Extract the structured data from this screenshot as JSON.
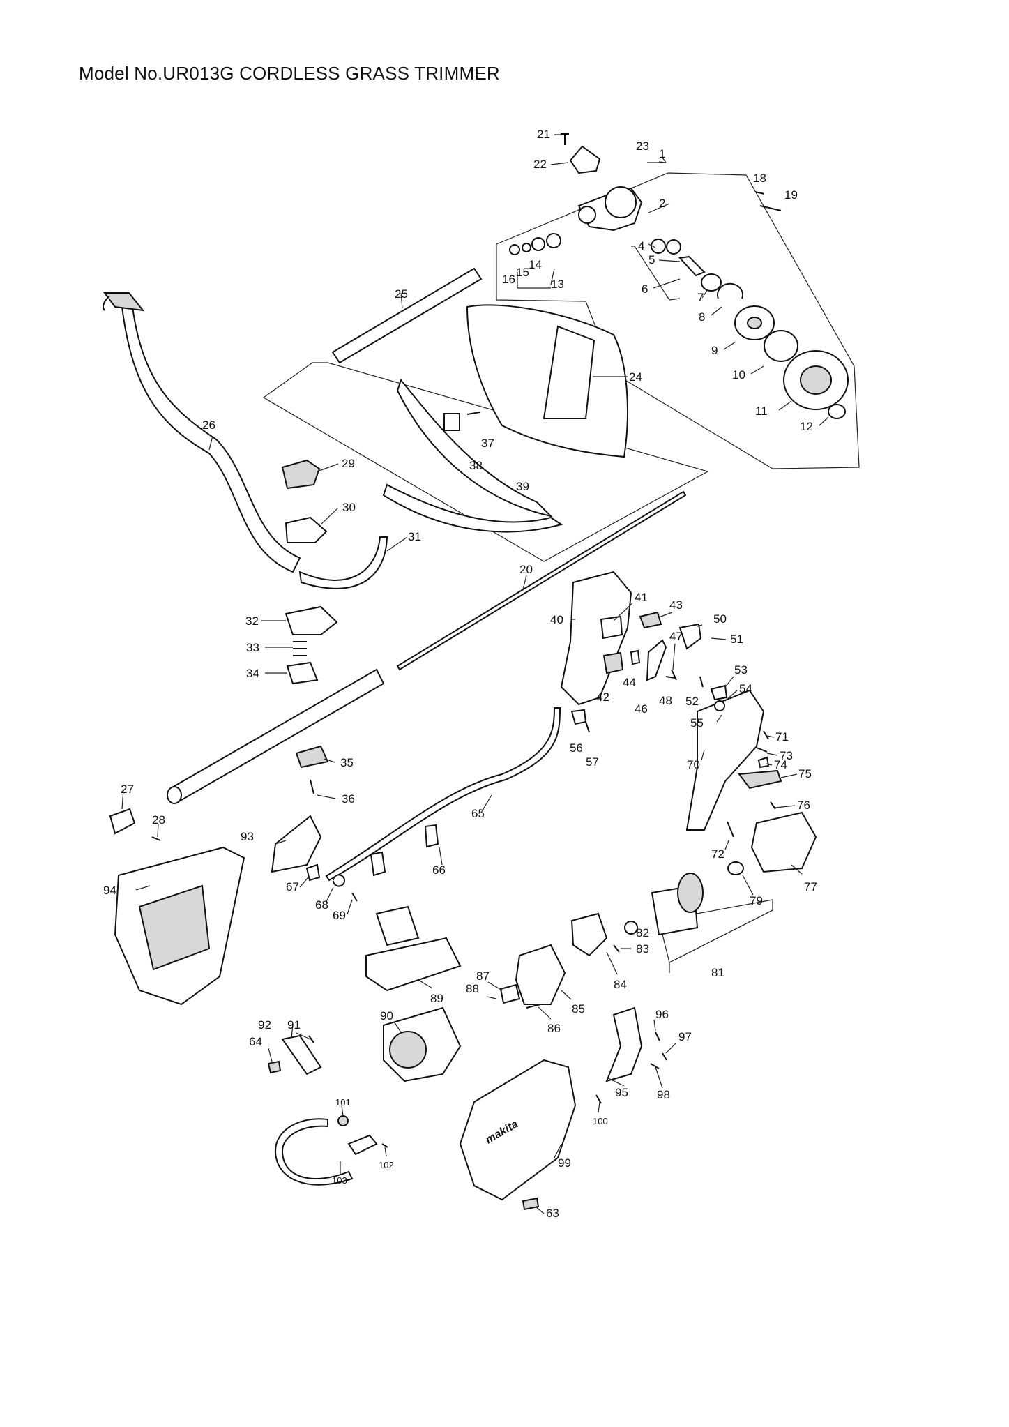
{
  "title": "Model No.UR013G CORDLESS GRASS TRIMMER",
  "brand_mark": "makita",
  "callouts": [
    "1",
    "2",
    "4",
    "5",
    "6",
    "7",
    "8",
    "9",
    "10",
    "11",
    "12",
    "13",
    "14",
    "15",
    "16",
    "18",
    "19",
    "20",
    "21",
    "22",
    "23",
    "24",
    "25",
    "26",
    "27",
    "28",
    "29",
    "30",
    "31",
    "32",
    "33",
    "34",
    "35",
    "36",
    "37",
    "38",
    "39",
    "40",
    "41",
    "42",
    "43",
    "44",
    "46",
    "47",
    "48",
    "50",
    "51",
    "52",
    "53",
    "54",
    "55",
    "56",
    "57",
    "63",
    "64",
    "65",
    "66",
    "67",
    "68",
    "69",
    "70",
    "71",
    "72",
    "73",
    "74",
    "75",
    "76",
    "77",
    "79",
    "81",
    "82",
    "83",
    "84",
    "85",
    "86",
    "87",
    "88",
    "89",
    "90",
    "91",
    "92",
    "93",
    "94",
    "95",
    "96",
    "97",
    "98",
    "99",
    "100",
    "101",
    "102",
    "103"
  ]
}
